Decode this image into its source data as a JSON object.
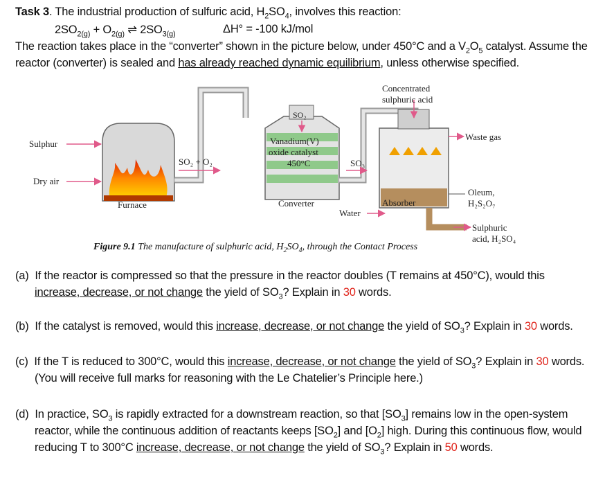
{
  "task": {
    "label": "Task 3",
    "intro": ". The industrial production of sulfuric acid, H",
    "intro_tail": ", involves this reaction:",
    "equation_left": "2SO",
    "equation_o2": "O",
    "equation_right": "2SO",
    "enthalpy": "ΔH° = -100 kJ/mol",
    "line2": "The reaction takes place in the “converter” shown in the picture below, under 450°C and a V",
    "line2_tail": " catalyst. Assume the",
    "line3_a": "reactor (converter) is sealed and ",
    "line3_u": "has already reached dynamic equilibrium",
    "line3_b": ", unless otherwise specified."
  },
  "diagram": {
    "sulphur": "Sulphur",
    "dry_air": "Dry air",
    "furnace": "Furnace",
    "so2_o2": "SO₂ + O₂",
    "so2_top": "SO₂",
    "catalyst_1": "Vanadium(V)",
    "catalyst_2": "oxide catalyst",
    "catalyst_3": "450°C",
    "so3": "SO₃",
    "converter": "Converter",
    "conc_1": "Concentrated",
    "conc_2": "sulphuric acid",
    "waste_gas": "Waste gas",
    "absorber": "Absorber",
    "oleum_1": "Oleum,",
    "oleum_2": "H₂S₂O₇",
    "water": "Water",
    "sulphuric_1": "Sulphuric",
    "sulphuric_2": "acid, H₂SO₄"
  },
  "caption": {
    "figure": "Figure 9.1",
    "text": " The manufacture of sulphuric acid, H",
    "text_tail": " through the Contact Process"
  },
  "questions": [
    {
      "label": "(a)",
      "l1": "If the reactor is compressed so that the pressure in the reactor doubles (T remains at 450°C), would this",
      "l2_u": "increase, decrease, or not change",
      "l2_a": " the yield of SO",
      "l2_b": "? Explain in ",
      "words": "30",
      "l2_c": " words."
    },
    {
      "label": "(b)",
      "l1_a": "If the catalyst is removed, would this ",
      "l1_u": "increase, decrease, or not change",
      "l1_b": " the yield of SO",
      "l1_c": "? Explain in ",
      "words": "30",
      "l1_d": " words."
    },
    {
      "label": "(c)",
      "l1_a": "If the T is reduced to 300°C, would this ",
      "l1_u": "increase, decrease, or not change",
      "l1_b": " the yield of SO",
      "l1_c": "? Explain in ",
      "words": "30",
      "l1_d": " words.",
      "l2": "(You will receive full marks for reasoning with the Le Chatelier’s Principle here.)"
    },
    {
      "label": "(d)",
      "l1_a": "In practice, SO",
      "l1_b": " is rapidly extracted for a downstream reaction, so that [SO",
      "l1_c": "] remains low in the open-system",
      "l2_a": "reactor, while the continuous addition of reactants keeps [SO",
      "l2_b": "] and [O",
      "l2_c": "] high. During this continuous flow, would",
      "l3_a": "reducing T to 300°C ",
      "l3_u": "increase, decrease, or not change",
      "l3_b": " the yield of SO",
      "l3_c": "? Explain in ",
      "words": "50",
      "l3_d": " words."
    }
  ]
}
